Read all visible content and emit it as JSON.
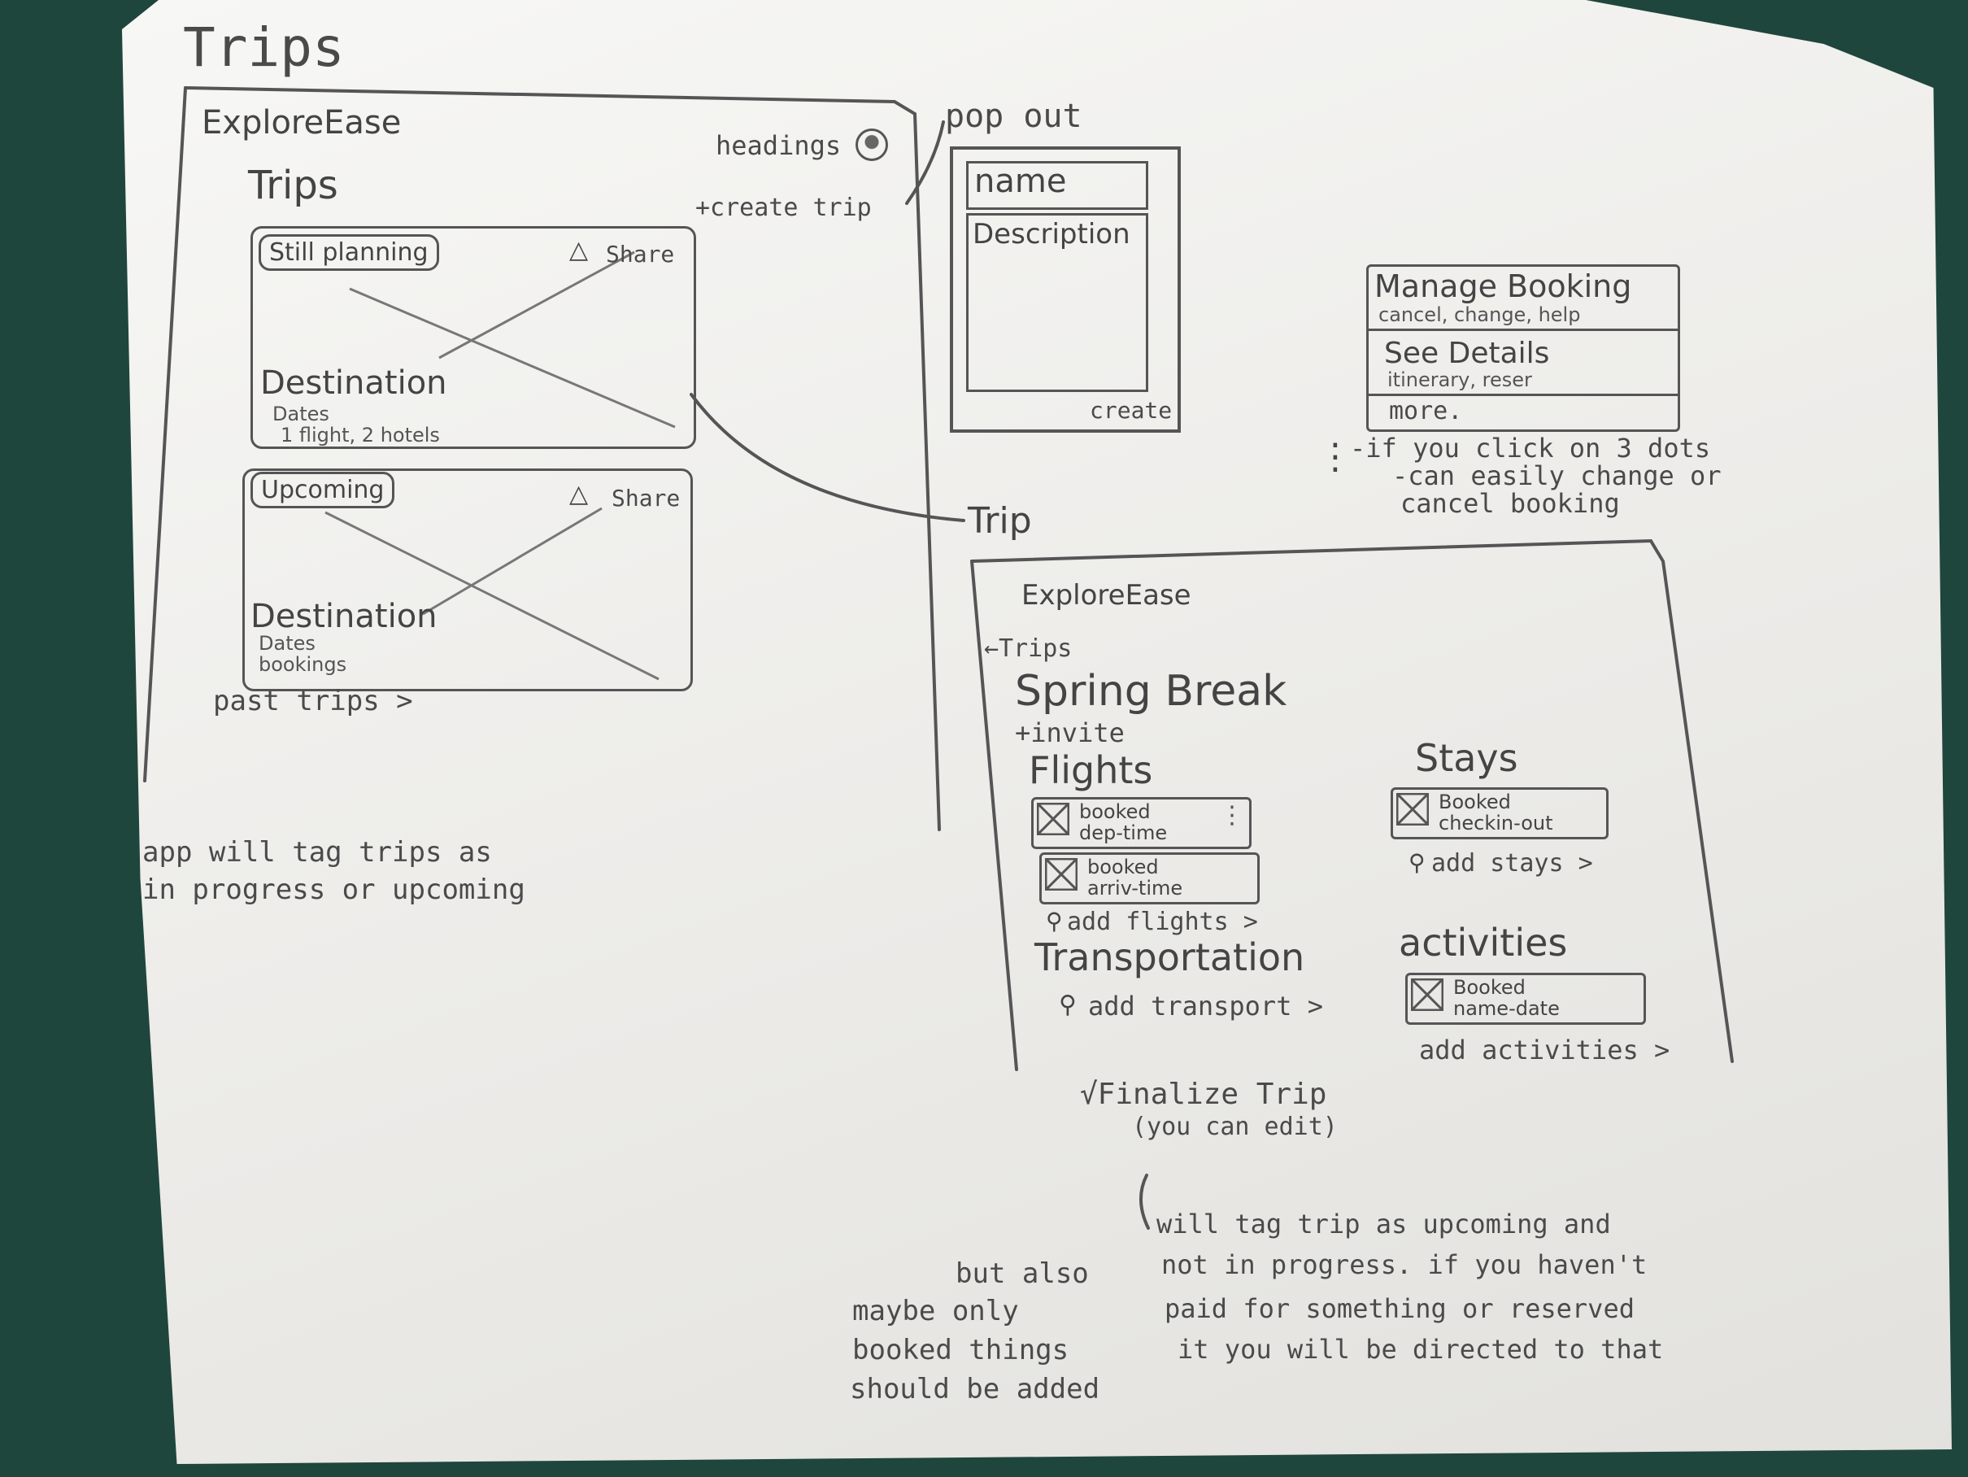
{
  "sheet": {
    "title": "Trips"
  },
  "trips_screen": {
    "brand": "ExploreEase",
    "headings_label": "headings",
    "title": "Trips",
    "create_trip": "+create trip",
    "cards": [
      {
        "status": "Still planning",
        "share": "Share",
        "destination": "Destination",
        "line1": "Dates",
        "line2": "1 flight, 2 hotels"
      },
      {
        "status": "Upcoming",
        "share": "Share",
        "destination": "Destination",
        "line1": "Dates",
        "line2": "bookings"
      }
    ],
    "past_trips": "past trips >"
  },
  "popout": {
    "label": "pop out",
    "name_field": "name",
    "description_field": "Description",
    "create": "create"
  },
  "menu": {
    "items": [
      {
        "title": "Manage Booking",
        "sub": "cancel, change, help"
      },
      {
        "title": "See Details",
        "sub": "itinerary, reser"
      },
      {
        "title": "more."
      }
    ],
    "dots": "⋮",
    "note": [
      "-if you click on 3 dots",
      "-can easily change or",
      "cancel booking"
    ]
  },
  "trip_screen": {
    "label": "Trip",
    "brand": "ExploreEase",
    "back": "←Trips",
    "title": "Spring Break",
    "invite": "+invite",
    "flights": {
      "heading": "Flights",
      "items": [
        {
          "l1": "booked",
          "l2": "dep-time"
        },
        {
          "l1": "booked",
          "l2": "arriv-time"
        }
      ],
      "add": "add flights >"
    },
    "stays": {
      "heading": "Stays",
      "items": [
        {
          "l1": "Booked",
          "l2": "checkin-out"
        }
      ],
      "add": "add stays >"
    },
    "transportation": {
      "heading": "Transportation",
      "add": "add transport >"
    },
    "activities": {
      "heading": "activities",
      "items": [
        {
          "l1": "Booked",
          "l2": "name-date"
        }
      ],
      "add": "add activities >"
    },
    "finalize": "√Finalize Trip",
    "finalize_note": "(you can edit)"
  },
  "notes": {
    "tagging": [
      "app will tag trips as",
      "in progress or upcoming"
    ],
    "upcoming": [
      "will tag trip as upcoming and",
      "not in progress. if you haven't",
      "paid for something or reserved",
      "it you will be directed to that"
    ],
    "booked_only": [
      "but also",
      "maybe only",
      "booked things",
      "should be added"
    ]
  }
}
